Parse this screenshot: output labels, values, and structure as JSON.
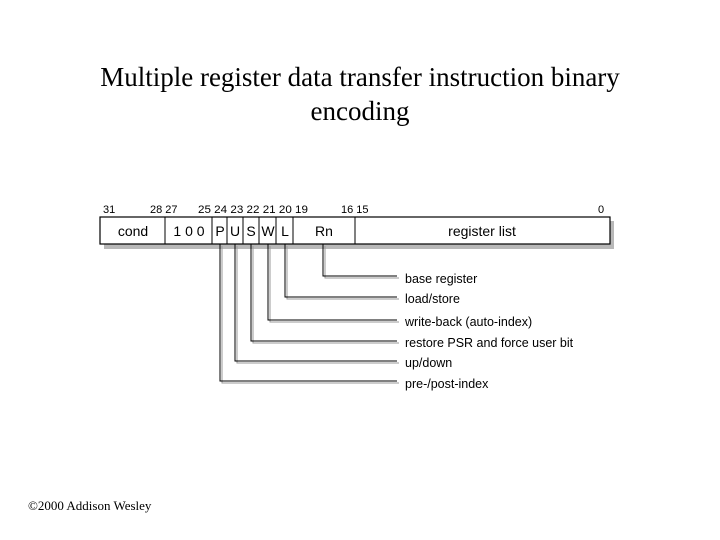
{
  "slide": {
    "title_line1": "Multiple register data transfer instruction binary",
    "title_line2": "encoding",
    "copyright": "©2000 Addison Wesley"
  },
  "diagram": {
    "bit_numbers": [
      "31",
      "28 27",
      "25 24 23 22 21 20 19",
      "16 15",
      "0"
    ],
    "fields": [
      "cond",
      "1 0 0",
      "P",
      "U",
      "S",
      "W",
      "L",
      "Rn",
      "register list"
    ],
    "annotations": [
      "base register",
      "load/store",
      "write-back (auto-index)",
      "restore PSR and force user bit",
      "up/down",
      "pre-/post-index"
    ]
  }
}
